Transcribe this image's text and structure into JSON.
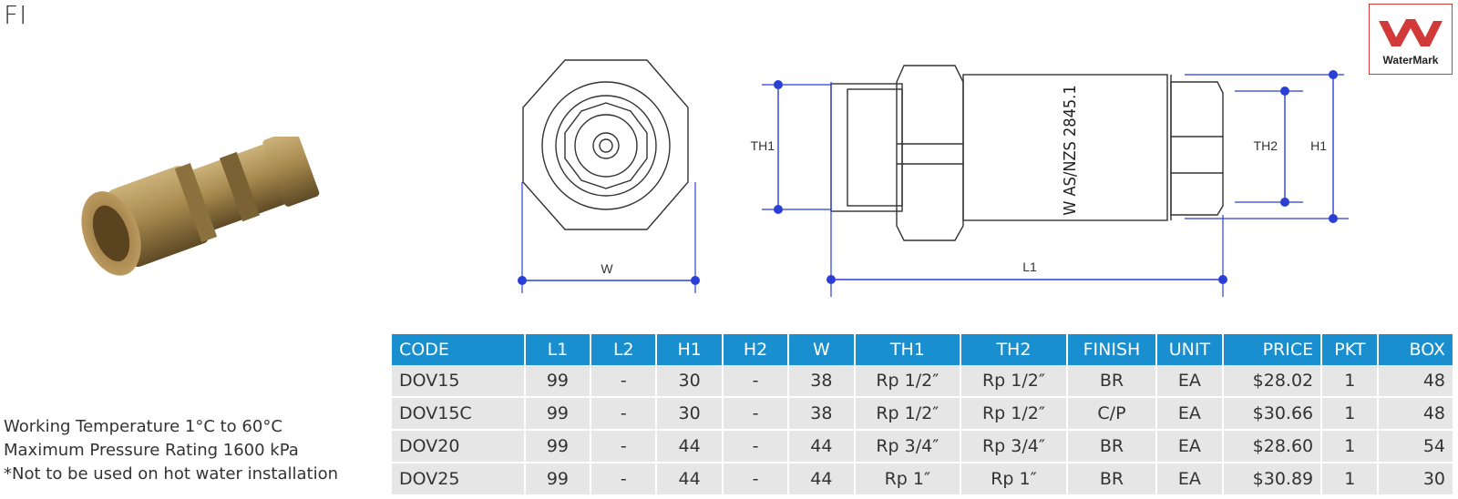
{
  "page": {
    "heading": "FI",
    "brand_mark": {
      "label": "WaterMark",
      "color": "#d23a3a"
    },
    "accent_color": "#1a8fd0",
    "specs": [
      "Working Temperature  1°C to 60°C",
      "Maximum Pressure Rating  1600 kPa",
      "*Not to be used on hot water installation"
    ],
    "drawing": {
      "labels": {
        "w": "W",
        "l1": "L1",
        "th1": "TH1",
        "th2": "TH2",
        "h1": "H1"
      },
      "engraving": "W AS/NZS 2845.1"
    },
    "table": {
      "headers": [
        "CODE",
        "L1",
        "L2",
        "H1",
        "H2",
        "W",
        "TH1",
        "TH2",
        "FINISH",
        "UNIT",
        "PRICE",
        "PKT",
        "BOX"
      ],
      "rows": [
        [
          "DOV15",
          "99",
          "-",
          "30",
          "-",
          "38",
          "Rp 1/2″",
          "Rp 1/2″",
          "BR",
          "EA",
          "$28.02",
          "1",
          "48"
        ],
        [
          "DOV15C",
          "99",
          "-",
          "30",
          "-",
          "38",
          "Rp 1/2″",
          "Rp 1/2″",
          "C/P",
          "EA",
          "$30.66",
          "1",
          "48"
        ],
        [
          "DOV20",
          "99",
          "-",
          "44",
          "-",
          "44",
          "Rp 3/4″",
          "Rp 3/4″",
          "BR",
          "EA",
          "$28.60",
          "1",
          "54"
        ],
        [
          "DOV25",
          "99",
          "-",
          "44",
          "-",
          "44",
          "Rp 1″",
          "Rp 1″",
          "BR",
          "EA",
          "$30.89",
          "1",
          "30"
        ]
      ]
    }
  }
}
